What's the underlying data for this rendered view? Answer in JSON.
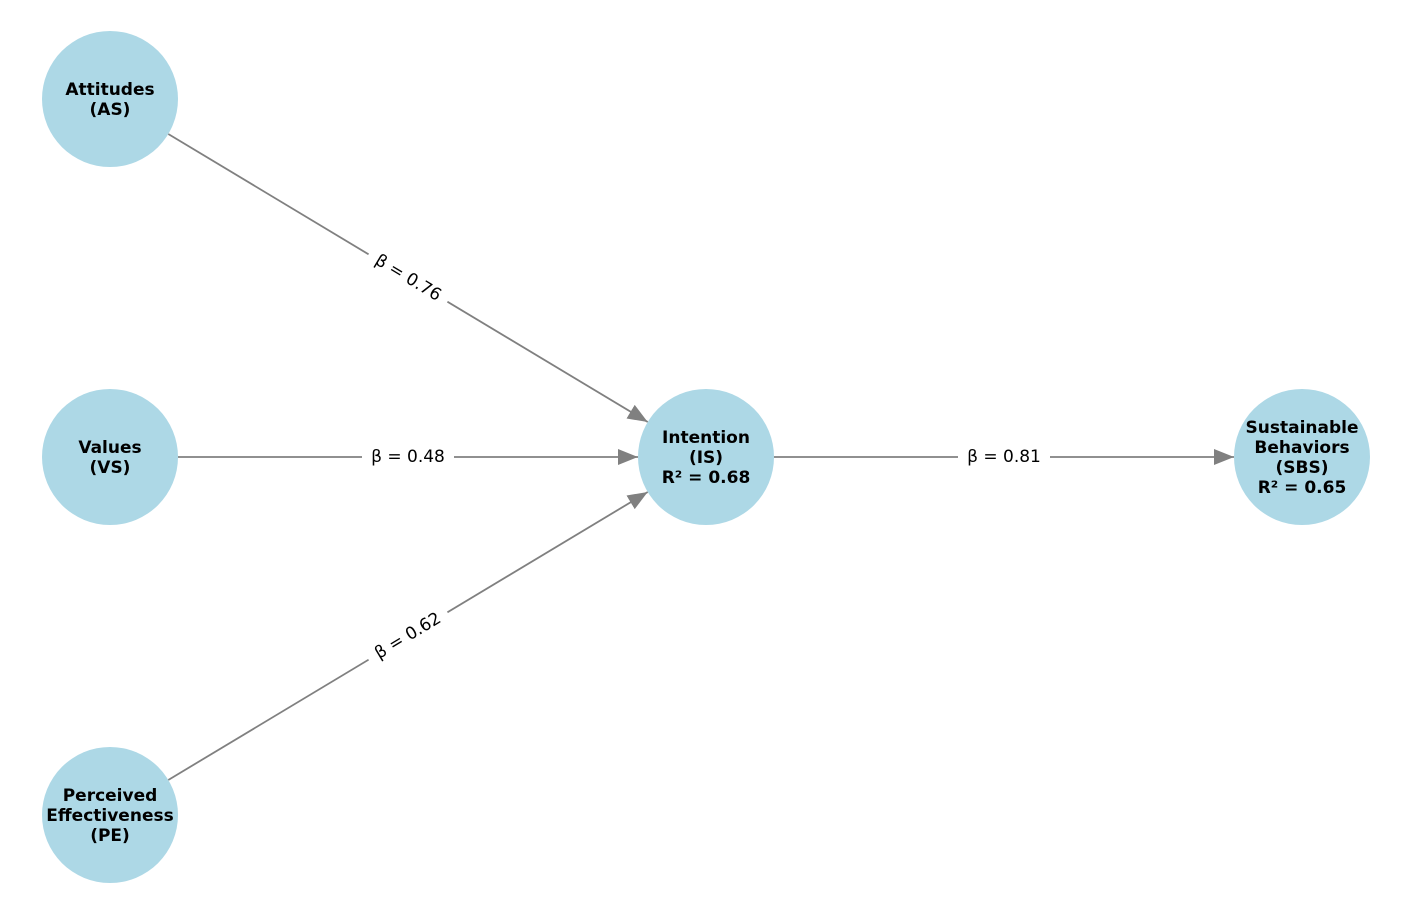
{
  "colors": {
    "node": "#ADD8E6",
    "edge": "#808080"
  },
  "nodes": [
    {
      "id": "AS",
      "lines": [
        "Attitudes",
        "(AS)"
      ]
    },
    {
      "id": "VS",
      "lines": [
        "Values",
        "(VS)"
      ]
    },
    {
      "id": "PE",
      "lines": [
        "Perceived",
        "Effectiveness",
        "(PE)"
      ]
    },
    {
      "id": "IS",
      "lines": [
        "Intention",
        "(IS)",
        "R² = 0.68"
      ]
    },
    {
      "id": "SBS",
      "lines": [
        "Sustainable",
        "Behaviors",
        "(SBS)",
        "R² = 0.65"
      ]
    }
  ],
  "edges": [
    {
      "from": "AS",
      "to": "IS",
      "label": "β = 0.76"
    },
    {
      "from": "VS",
      "to": "IS",
      "label": "β = 0.48"
    },
    {
      "from": "PE",
      "to": "IS",
      "label": "β = 0.62"
    },
    {
      "from": "IS",
      "to": "SBS",
      "label": "β = 0.81"
    }
  ]
}
